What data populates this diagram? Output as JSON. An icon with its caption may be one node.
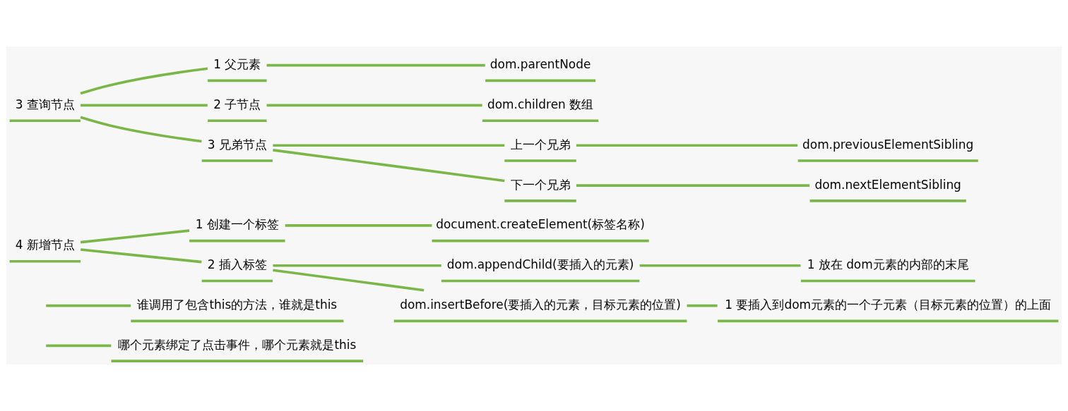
{
  "diagram": {
    "nodes": [
      {
        "text": [
          "3 查询节点"
        ]
      },
      {
        "text": [
          "1 父元素"
        ]
      },
      {
        "text": [
          "dom.parentNode"
        ]
      },
      {
        "text": [
          "2 子节点"
        ]
      },
      {
        "text": [
          "dom.children 数组"
        ]
      },
      {
        "text": [
          "3 兄弟节点"
        ]
      },
      {
        "text": [
          "上一个兄弟"
        ]
      },
      {
        "text": [
          "dom.previousElementSibling"
        ]
      },
      {
        "text": [
          "下一个兄弟"
        ]
      },
      {
        "text": [
          "dom.nextElementSibling"
        ]
      },
      {
        "text": [
          "4 新增节点"
        ]
      },
      {
        "text": [
          "1 创建一个标签"
        ]
      },
      {
        "text": [
          "document.createElement(标签名称)"
        ]
      },
      {
        "text": [
          "2 插入标签"
        ]
      },
      {
        "text": [
          "dom.appendChild(要插入的元素)"
        ]
      },
      {
        "text": [
          "1 放在 dom元素的内部的末尾"
        ]
      },
      {
        "text": [
          "dom.insertBefore(要插入的元素，目标元素的位置)"
        ]
      },
      {
        "text": [
          "1 要插入到dom元素的一个子元素（目标元素的位置）的上面"
        ]
      },
      {
        "text": [
          "谁调用了包含this的方法，谁就是this"
        ]
      },
      {
        "text": [
          "哪个元素绑定了点击事件，哪个元素就是this"
        ]
      }
    ],
    "edges": [
      {
        "from": 0,
        "to": 1,
        "arrow": "none"
      },
      {
        "from": 1,
        "to": 2,
        "arrow": "none"
      },
      {
        "from": 0,
        "to": 3,
        "arrow": "none"
      },
      {
        "from": 3,
        "to": 4,
        "arrow": "none"
      },
      {
        "from": 0,
        "to": 5,
        "arrow": "none"
      },
      {
        "from": 5,
        "to": 6,
        "arrow": "none"
      },
      {
        "from": 6,
        "to": 7,
        "arrow": "none"
      },
      {
        "from": 5,
        "to": 8,
        "arrow": "none"
      },
      {
        "from": 8,
        "to": 9,
        "arrow": "none"
      },
      {
        "from": 10,
        "to": 11,
        "arrow": "none"
      },
      {
        "from": 11,
        "to": 12,
        "arrow": "none"
      },
      {
        "from": 10,
        "to": 13,
        "arrow": "none"
      },
      {
        "from": 13,
        "to": 14,
        "arrow": "none"
      },
      {
        "from": 14,
        "to": 15,
        "arrow": "none"
      },
      {
        "from": 13,
        "to": 16,
        "arrow": "none"
      },
      {
        "from": 16,
        "to": 17,
        "arrow": "none"
      },
      {
        "from": null,
        "to": 18,
        "arrow": "none"
      },
      {
        "from": null,
        "to": 19,
        "arrow": "none"
      }
    ]
  }
}
